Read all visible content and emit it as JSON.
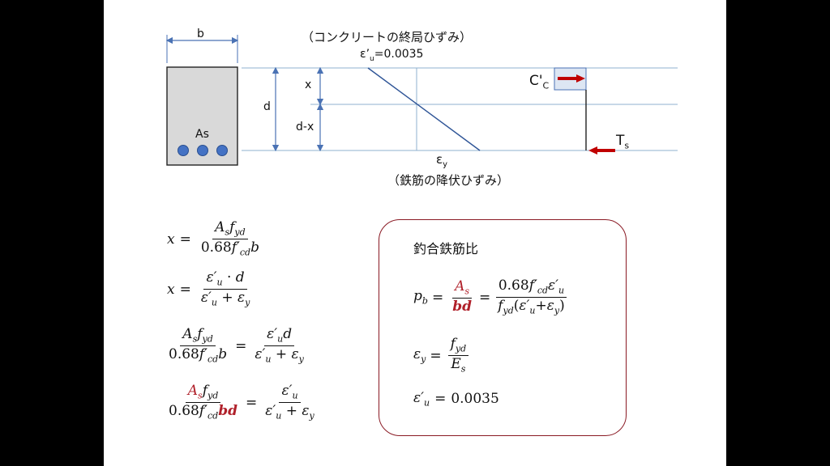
{
  "diagram": {
    "concrete_ultimate_strain_label": "（コンクリートの終局ひずみ）",
    "rebar_yield_strain_label": "（鉄筋の降伏ひずみ）",
    "eps_u_value": "=0.0035",
    "width_label": "b",
    "steel_label": "As",
    "depth_label": "d",
    "x_label": "x",
    "dx_label": "d-x",
    "eps_y_label": "ε",
    "eps_y_sub": "y",
    "compression_label": "C'",
    "compression_sub": "C",
    "tension_label": "T",
    "tension_sub": "s",
    "colors": {
      "line": "#4a72b4",
      "arrow": "#c00000",
      "section_fill": "#d9d9d9",
      "bar_fill": "#4472c4"
    }
  },
  "equations": {
    "eq1": "x = A_s f_yd / (0.68 f'_cd b)",
    "eq2": "x = ε'_u · d / (ε'_u + ε_y)",
    "eq3": "A_s f_yd / (0.68 f'_cd b) = ε'_u d / (ε'_u + ε_y)",
    "eq4": "A_s f_yd / (0.68 f'_cd bd) = ε'_u / (ε'_u + ε_y)",
    "const_068": "0.68"
  },
  "balanced_box": {
    "title": "釣合鉄筋比",
    "pb_formula": "p_b = A_s / bd = 0.68 f'_cd ε'_u / (f_yd (ε'_u + ε_y))",
    "eps_y_formula": "ε_y = f_yd / E_s",
    "eps_u_formula": "ε'_u = 0.0035",
    "eps_u_value": "0.0035",
    "const_068": "0.68",
    "border_color": "#8a1a24",
    "highlight_color": "#b0202a"
  }
}
